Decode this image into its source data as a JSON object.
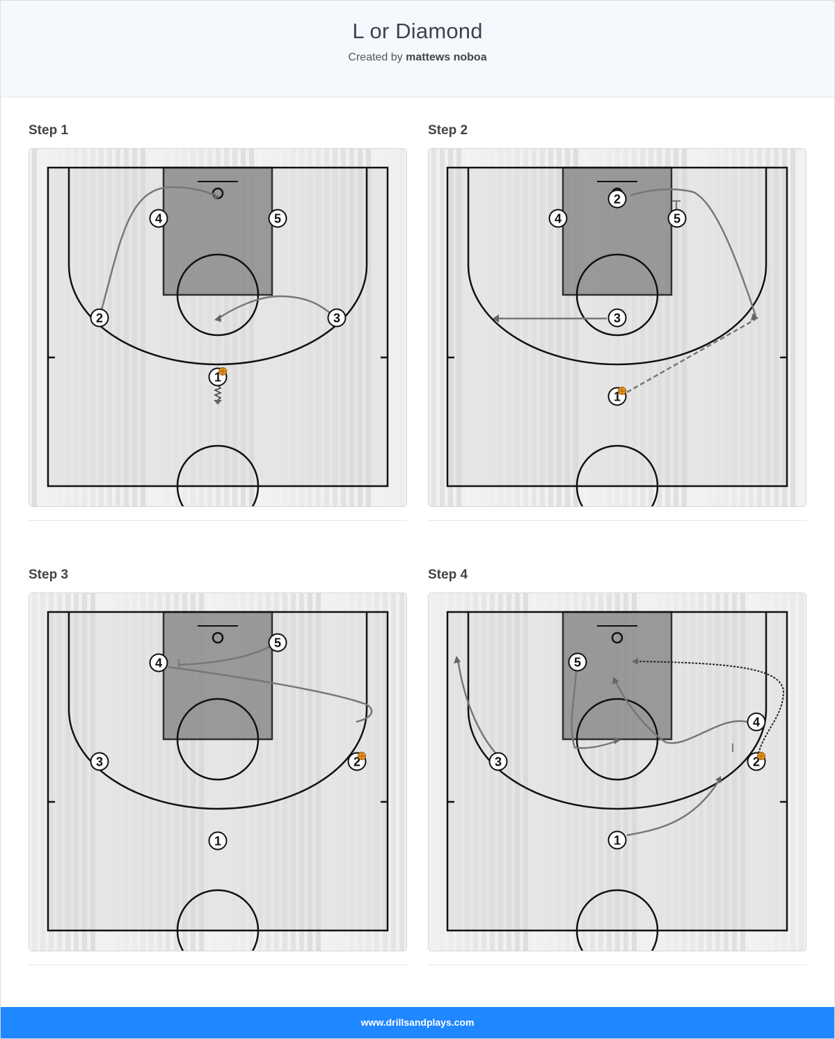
{
  "page": {
    "title": "L or Diamond",
    "created_by_prefix": "Created by",
    "author": "mattews noboa"
  },
  "steps": [
    {
      "label": "Step 1"
    },
    {
      "label": "Step 2"
    },
    {
      "label": "Step 3"
    },
    {
      "label": "Step 4"
    }
  ],
  "players": {
    "p1": "1",
    "p2": "2",
    "p3": "3",
    "p4": "4",
    "p5": "5"
  },
  "footer": {
    "site": "www.drillsandplays.com"
  },
  "colors": {
    "header_bg": "#f5f9fd",
    "footer_bg": "#1f87ff",
    "paint": "#8c8c8c",
    "floor": "#d8d8d8",
    "ball": "#e8961e",
    "line": "#111111",
    "movement": "#777777"
  },
  "icons": [
    "basketball-icon",
    "court-diagram"
  ]
}
